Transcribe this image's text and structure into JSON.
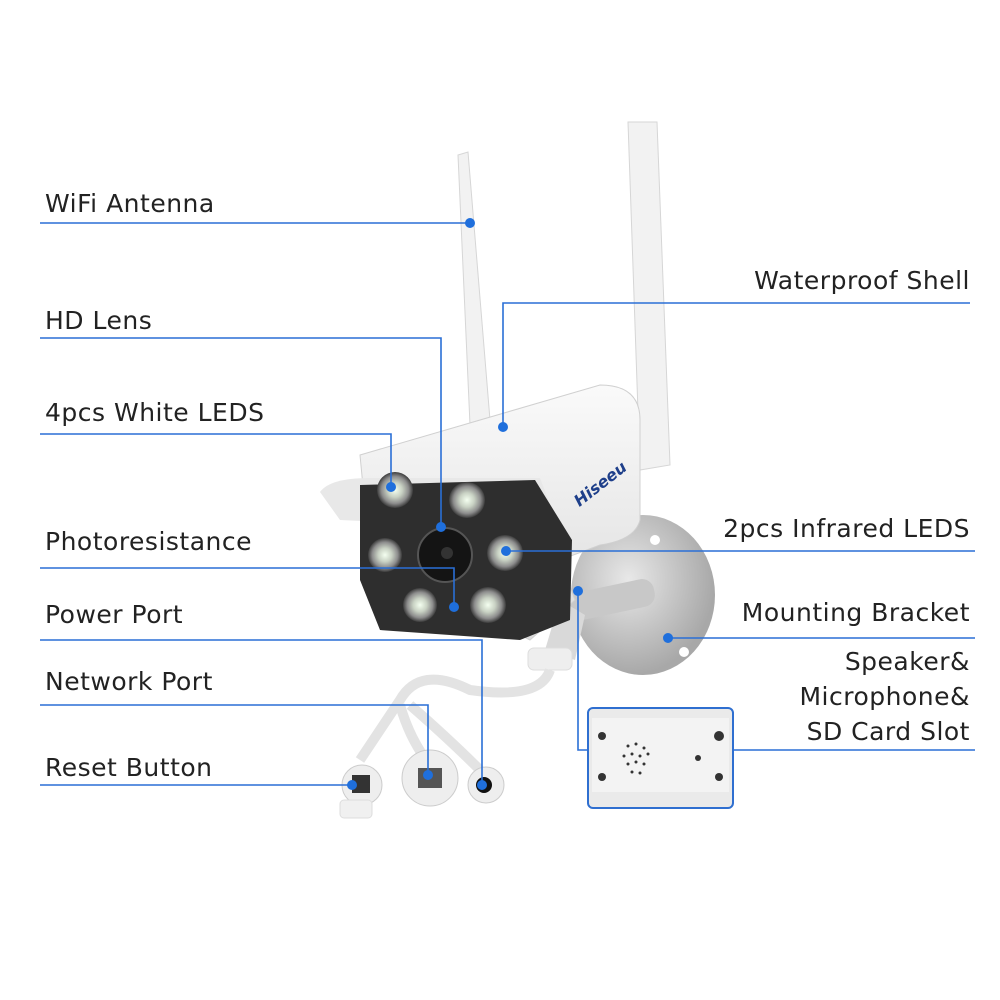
{
  "brand": "Hiseeu",
  "accent_color": "#1f6fdc",
  "labels": {
    "wifi_antenna": "WiFi Antenna",
    "waterproof_shell": "Waterproof Shell",
    "hd_lens": "HD Lens",
    "white_leds": "4pcs White LEDS",
    "photoresistance": "Photoresistance",
    "infrared_leds": "2pcs Infrared LEDS",
    "power_port": "Power Port",
    "mounting_bracket": "Mounting Bracket",
    "network_port": "Network Port",
    "speaker_line1": "Speaker&",
    "speaker_line2": "Microphone&",
    "speaker_line3": "SD Card Slot",
    "reset_button": "Reset Button"
  }
}
